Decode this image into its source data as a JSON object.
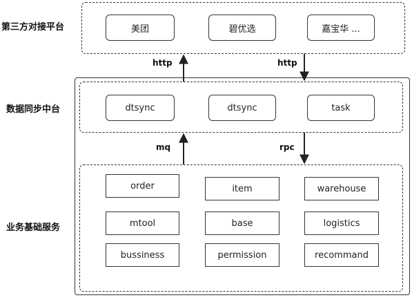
{
  "layers": {
    "third_party": {
      "label": "第三方对接平台",
      "nodes": [
        "美团",
        "碧优选",
        "嘉宝华 ..."
      ]
    },
    "sync": {
      "label": "数据同步中台",
      "nodes": [
        "dtsync",
        "dtsync",
        "task"
      ]
    },
    "business": {
      "label": "业务基础服务",
      "nodes": [
        "order",
        "item",
        "warehouse",
        "mtool",
        "base",
        "logistics",
        "bussiness",
        "permission",
        "recommand"
      ]
    }
  },
  "connectors": {
    "top_left": "http",
    "top_right": "http",
    "bottom_left": "mq",
    "bottom_right": "rpc"
  }
}
